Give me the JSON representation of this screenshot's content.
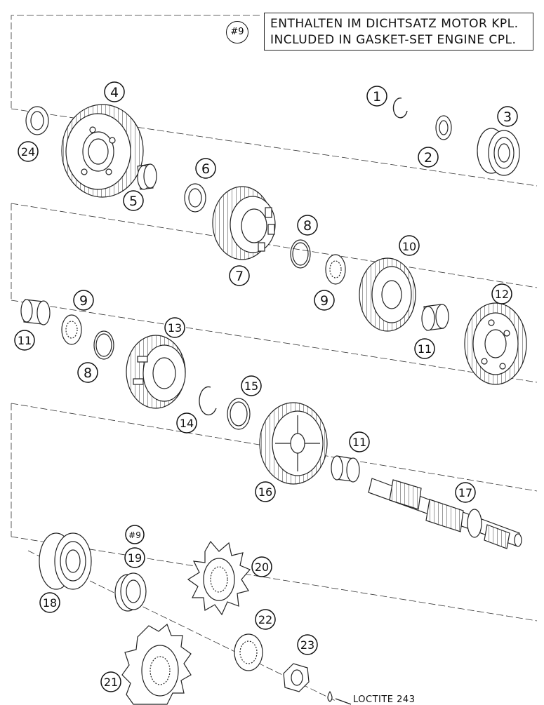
{
  "legend": {
    "ref": "#9",
    "line1": "ENTHALTEN IM DICHTSATZ MOTOR KPL.",
    "line2": "INCLUDED IN GASKET-SET ENGINE CPL."
  },
  "note": "LOCTITE 243",
  "callouts": [
    {
      "id": "c1",
      "label": "1"
    },
    {
      "id": "c2",
      "label": "2"
    },
    {
      "id": "c3",
      "label": "3"
    },
    {
      "id": "c4",
      "label": "4"
    },
    {
      "id": "c5",
      "label": "5"
    },
    {
      "id": "c6",
      "label": "6"
    },
    {
      "id": "c7",
      "label": "7"
    },
    {
      "id": "c8a",
      "label": "8"
    },
    {
      "id": "c8b",
      "label": "8"
    },
    {
      "id": "c9a",
      "label": "9"
    },
    {
      "id": "c9b",
      "label": "9"
    },
    {
      "id": "c10",
      "label": "10"
    },
    {
      "id": "c11a",
      "label": "11"
    },
    {
      "id": "c11b",
      "label": "11"
    },
    {
      "id": "c11c",
      "label": "11"
    },
    {
      "id": "c12",
      "label": "12"
    },
    {
      "id": "c13",
      "label": "13"
    },
    {
      "id": "c14",
      "label": "14"
    },
    {
      "id": "c15",
      "label": "15"
    },
    {
      "id": "c16",
      "label": "16"
    },
    {
      "id": "c17",
      "label": "17"
    },
    {
      "id": "c18",
      "label": "18"
    },
    {
      "id": "c19ref",
      "label": "#9"
    },
    {
      "id": "c19",
      "label": "19"
    },
    {
      "id": "c20",
      "label": "20"
    },
    {
      "id": "c21",
      "label": "21"
    },
    {
      "id": "c22",
      "label": "22"
    },
    {
      "id": "c23",
      "label": "23"
    },
    {
      "id": "c24",
      "label": "24"
    }
  ]
}
